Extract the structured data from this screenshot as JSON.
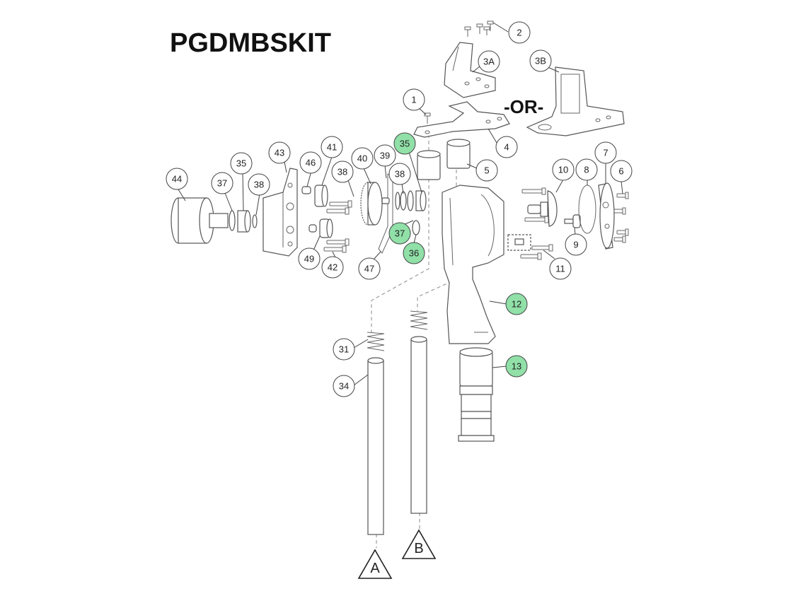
{
  "title": "PGDMBSKIT",
  "or_label": "-OR-",
  "colors": {
    "callout_default": "#ffffff",
    "callout_highlight": "#90e0a8",
    "line": "#444444"
  },
  "callouts": [
    {
      "id": "c2",
      "label": "2",
      "highlight": false
    },
    {
      "id": "c3a",
      "label": "3A",
      "highlight": false
    },
    {
      "id": "c3b",
      "label": "3B",
      "highlight": false
    },
    {
      "id": "c1",
      "label": "1",
      "highlight": false
    },
    {
      "id": "c4",
      "label": "4",
      "highlight": false
    },
    {
      "id": "c5",
      "label": "5",
      "highlight": false
    },
    {
      "id": "c35a",
      "label": "35",
      "highlight": true
    },
    {
      "id": "c39",
      "label": "39",
      "highlight": false
    },
    {
      "id": "c40",
      "label": "40",
      "highlight": false
    },
    {
      "id": "c41",
      "label": "41",
      "highlight": false
    },
    {
      "id": "c43",
      "label": "43",
      "highlight": false
    },
    {
      "id": "c46",
      "label": "46",
      "highlight": false
    },
    {
      "id": "c38a",
      "label": "38",
      "highlight": false
    },
    {
      "id": "c38b",
      "label": "38",
      "highlight": false
    },
    {
      "id": "c35b",
      "label": "35",
      "highlight": false
    },
    {
      "id": "c37a",
      "label": "37",
      "highlight": false
    },
    {
      "id": "c38c",
      "label": "38",
      "highlight": false
    },
    {
      "id": "c44",
      "label": "44",
      "highlight": false
    },
    {
      "id": "c37b",
      "label": "37",
      "highlight": true
    },
    {
      "id": "c36",
      "label": "36",
      "highlight": true
    },
    {
      "id": "c49",
      "label": "49",
      "highlight": false
    },
    {
      "id": "c42",
      "label": "42",
      "highlight": false
    },
    {
      "id": "c47",
      "label": "47",
      "highlight": false
    },
    {
      "id": "c10",
      "label": "10",
      "highlight": false
    },
    {
      "id": "c8",
      "label": "8",
      "highlight": false
    },
    {
      "id": "c7",
      "label": "7",
      "highlight": false
    },
    {
      "id": "c6",
      "label": "6",
      "highlight": false
    },
    {
      "id": "c9",
      "label": "9",
      "highlight": false
    },
    {
      "id": "c11",
      "label": "11",
      "highlight": false
    },
    {
      "id": "c12",
      "label": "12",
      "highlight": true
    },
    {
      "id": "c13",
      "label": "13",
      "highlight": true
    },
    {
      "id": "c31",
      "label": "31",
      "highlight": false
    },
    {
      "id": "c34",
      "label": "34",
      "highlight": false
    }
  ],
  "references": [
    {
      "id": "refA",
      "label": "A"
    },
    {
      "id": "refB",
      "label": "B"
    }
  ]
}
